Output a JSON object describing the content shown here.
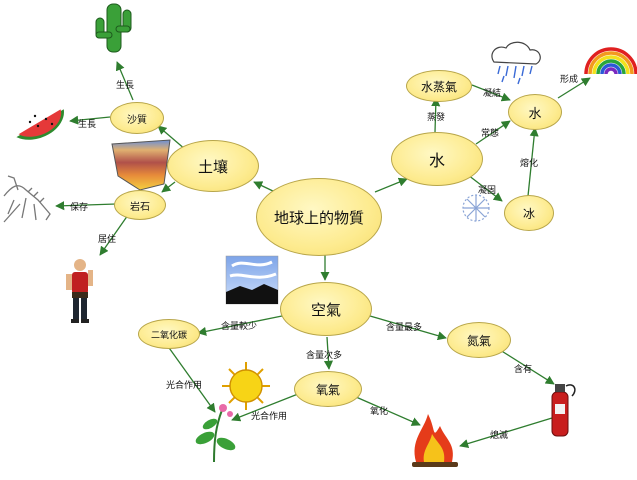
{
  "nodes": {
    "center": "地球上的物質",
    "soil": "土壤",
    "water": "水",
    "air": "空氣",
    "sand": "沙質",
    "rock": "岩石",
    "vapor": "水蒸氣",
    "water_small": "水",
    "ice": "冰",
    "co2": "二氧化碳",
    "oxygen": "氧氣",
    "nitrogen": "氮氣"
  },
  "links": {
    "sand_up": "生長",
    "sand_left": "生長",
    "rock_left": "保存",
    "rock_down": "居住",
    "evaporate": "蒸發",
    "condense": "凝結",
    "rainbow": "形成",
    "normal_state": "常態",
    "freeze": "凝固",
    "melt": "熔化",
    "least": "含量較少",
    "second": "含量次多",
    "most": "含量最多",
    "photosynthesis_1": "光合作用",
    "photosynthesis_2": "光合作用",
    "oxidize": "氧化",
    "contains": "含有",
    "extinguish": "熄滅"
  },
  "colors": {
    "node_fill": "#fdeb8f",
    "arrow": "#2f7d2f"
  }
}
